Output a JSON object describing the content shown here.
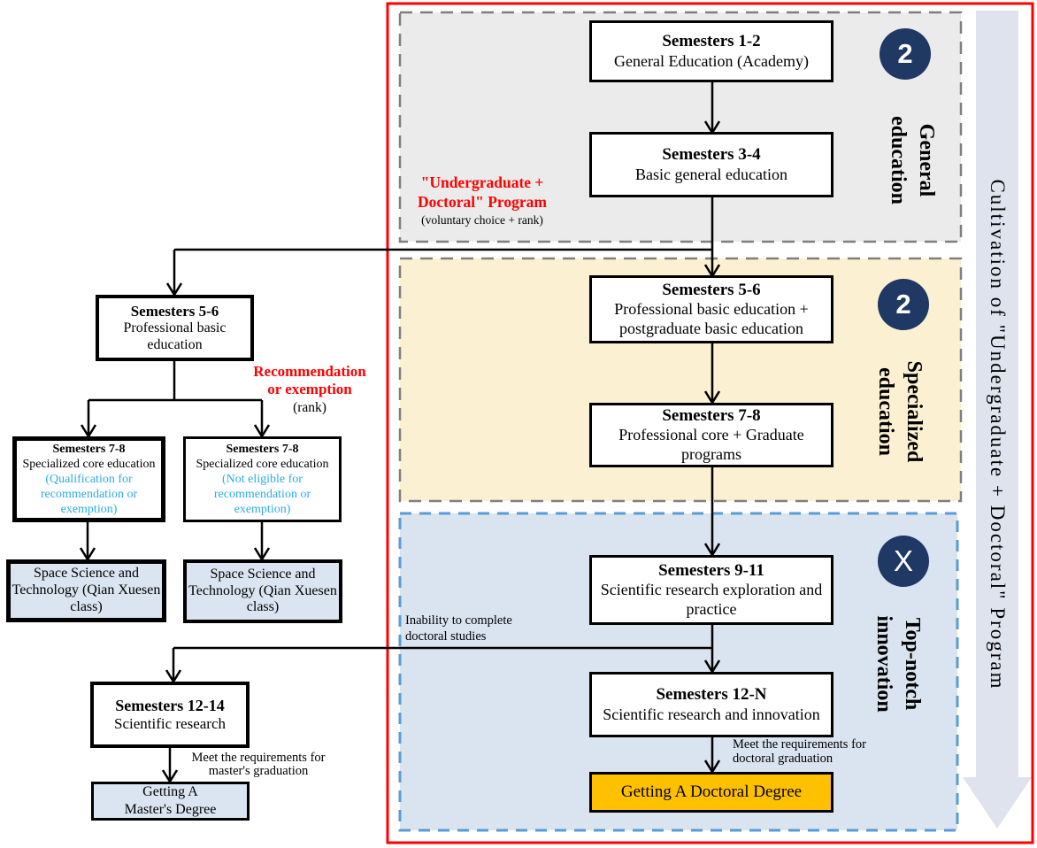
{
  "side_arrow": {
    "text": "Cultivation of \"Undergraduate + Doctoral\" Program"
  },
  "program_label": {
    "line1": "\"Undergraduate +",
    "line2": "Doctoral\" Program",
    "note": "(voluntary choice + rank)"
  },
  "sections": {
    "general": {
      "badge": "2",
      "word1": "General",
      "word2": "education",
      "box1_title": "Semesters 1-2",
      "box1_body": "General Education (Academy)",
      "box2_title": "Semesters 3-4",
      "box2_body": "Basic general education"
    },
    "specialized": {
      "badge": "2",
      "word1": "Specialized",
      "word2": "education",
      "box1_title": "Semesters 5-6",
      "box1_body": "Professional basic education + postgraduate basic education",
      "box2_title": "Semesters 7-8",
      "box2_body": "Professional core + Graduate programs"
    },
    "top_notch": {
      "badge": "X",
      "word1": "Top-notch",
      "word2": "innovation",
      "box1_title": "Semesters 9-11",
      "box1_body": "Scientific research exploration and practice",
      "box2_title": "Semesters 12-N",
      "box2_body": "Scientific research and innovation",
      "edge_label": "Meet the requirements for doctoral graduation",
      "degree_box": "Getting A Doctoral Degree"
    }
  },
  "left_branch": {
    "sem56_title": "Semesters 5-6",
    "sem56_body": "Professional basic education",
    "branch_line1": "Recommendation",
    "branch_line2": "or exemption",
    "branch_note": "(rank)",
    "qualified_title": "Semesters 7-8",
    "qualified_body": "Specialized core education",
    "qualified_note": "(Qualification for recommendation or exemption)",
    "not_eligible_title": "Semesters 7-8",
    "not_eligible_body": "Specialized core education",
    "not_eligible_note": "(Not eligible for recommendation or exemption)",
    "space_left": "Space Science and Technology (Qian Xuesen class)",
    "space_right": "Space Science and Technology (Qian Xuesen class)",
    "inability_label": "Inability to complete doctoral studies",
    "sem1214_title": "Semesters 12-14",
    "sem1214_body": "Scientific research",
    "master_edge_label": "Meet the requirements for master's graduation",
    "master_line1": "Getting A",
    "master_line2": "Master's Degree"
  },
  "colors": {
    "frame_red": "#FF0000",
    "general_fill": "#EBEBEB",
    "specialized_fill": "#FBF0D1",
    "top_notch_fill": "#DAE4F0",
    "badge_navy": "#1F3864",
    "degree_orange": "#FFC000",
    "light_blue_box": "#DAE5F1",
    "accent_cyan": "#2EACE3",
    "side_arrow_fill": "#DEE3EE",
    "gray_dash": "#7F7F7F",
    "blue_dash": "#5B9BD5"
  }
}
